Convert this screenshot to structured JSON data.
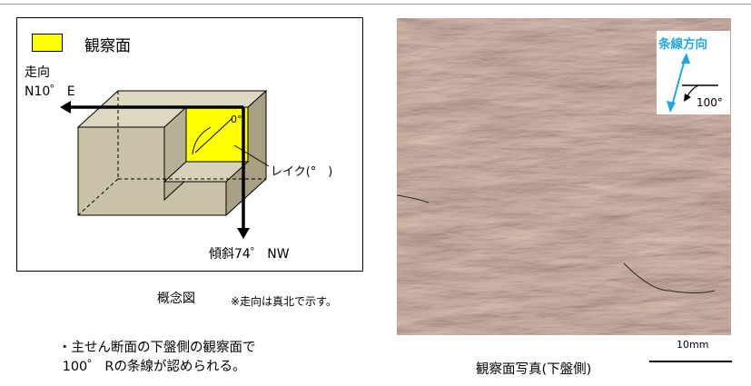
{
  "concept": {
    "legend_label": "観察面",
    "strike_label": "走向",
    "strike_value": "N10゜ E",
    "rake_angle_mark": "0°",
    "rake_label": "レイク(°　)",
    "dip_label": "傾斜74゜ NW",
    "caption": "概念図",
    "note": "※走向は真北で示す。"
  },
  "bullet_text": "・主せん断面の下盤側の観察面で\n 100゜ Rの条線が認められる。",
  "photo": {
    "direction_label": "条線方向",
    "angle_label": "100°",
    "scale_label": "10mm",
    "caption": "観察面写真(下盤側)"
  },
  "colors": {
    "observation_face": "#ffff00",
    "block": "#c9c2a6",
    "direction_arrow": "#1ea7e8"
  }
}
